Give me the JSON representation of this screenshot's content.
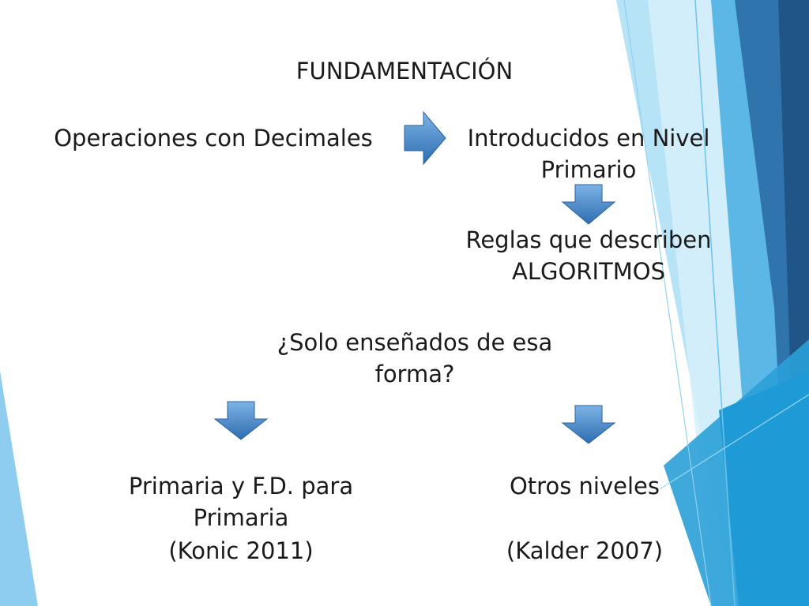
{
  "slide": {
    "title": "FUNDAMENTACIÓN",
    "source_label": "Operaciones con Decimales",
    "intro_line1": "Introducidos en Nivel",
    "intro_line2": "Primario",
    "rules_line1": "Reglas que describen",
    "rules_line2": "ALGORITMOS",
    "question_line1": "¿Solo enseñados de esa",
    "question_line2": "forma?",
    "left_line1": "Primaria y F.D. para",
    "left_line2": "Primaria",
    "left_cite": "(Konic 2011)",
    "right_label": "Otros niveles",
    "right_cite": "(Kalder 2007)"
  },
  "colors": {
    "arrow_light": "#6aa6e0",
    "arrow_dark": "#2e6db0",
    "deco_light": "#9fd6f2",
    "deco_mid": "#3fa7dd",
    "deco_dark": "#2a6fa3"
  }
}
